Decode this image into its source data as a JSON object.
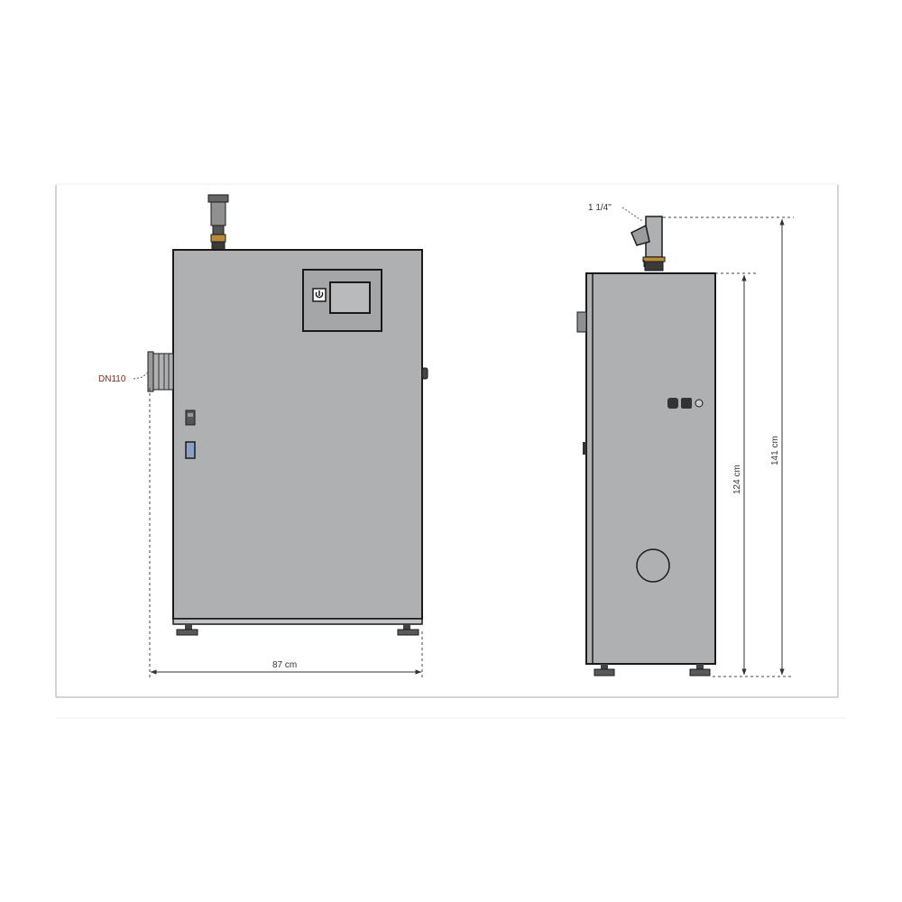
{
  "labels": {
    "inlet_pipe": "DN110",
    "width": "87 cm",
    "cabinet_height": "124 cm",
    "total_height": "141 cm",
    "outlet_fitting": "1 1/4\""
  },
  "colors": {
    "panel_grey": "#aeb0b2",
    "outline": "#1a1a1a",
    "brass": "#b98a3a",
    "frame": "#cccccc",
    "background": "#ffffff"
  },
  "icons": {
    "power_switch": "power-symbol-icon"
  }
}
